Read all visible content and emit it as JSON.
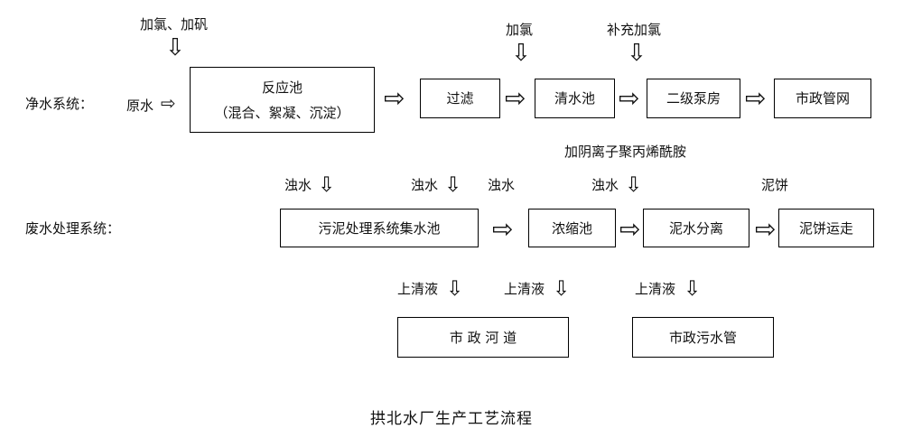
{
  "icons": {
    "right_arrow": "⇨",
    "down_arrow": "⇩"
  },
  "title": "拱北水厂生产工艺流程",
  "clean_system": {
    "row_label": "净水系统：",
    "input_label": "原水",
    "annotations": {
      "chlorine_alum": "加氯、加矾",
      "chlorine": "加氯",
      "supplement_chlorine": "补充加氯"
    },
    "boxes": {
      "reaction_line1": "反应池",
      "reaction_line2": "（混合、絮凝、沉淀）",
      "filter": "过滤",
      "clear_water_tank": "清水池",
      "secondary_pump": "二级泵房",
      "municipal_network": "市政管网"
    }
  },
  "middle_annotation": "加阴离子聚丙烯酰胺",
  "waste_system": {
    "row_label": "废水处理系统：",
    "annotations": {
      "turbid1": "浊水",
      "turbid2": "浊水",
      "turbid3": "浊水",
      "turbid4": "浊水",
      "mud_cake": "泥饼"
    },
    "boxes": {
      "collection": "污泥处理系统集水池",
      "concentration": "浓缩池",
      "separation": "泥水分离",
      "cake_removal": "泥饼运走"
    }
  },
  "discharge": {
    "annotations": {
      "supernatant1": "上清液",
      "supernatant2": "上清液",
      "supernatant3": "上清液"
    },
    "boxes": {
      "river": "市 政 河 道",
      "sewer": "市政污水管"
    }
  }
}
